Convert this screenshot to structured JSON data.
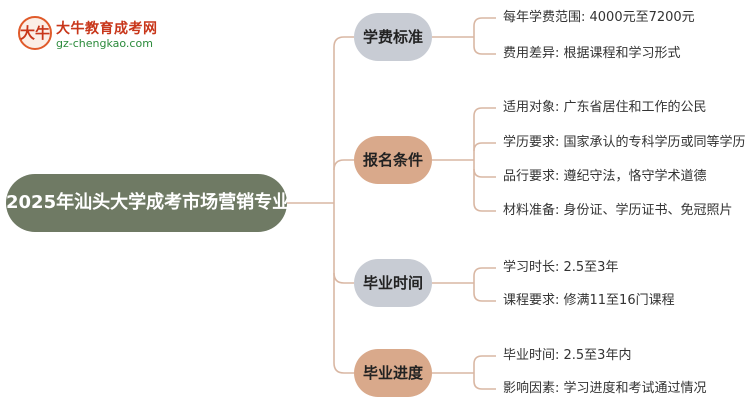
{
  "logo": {
    "mark": "大牛",
    "title": "大牛教育成考网",
    "url": "gz-chengkao.com"
  },
  "root": {
    "label": "2025年汕头大学成考市场营销专业"
  },
  "branches": [
    {
      "label": "学费标准",
      "color": "#c8ccd4",
      "leaves": [
        "每年学费范围: 4000元至7200元",
        "费用差异: 根据课程和学习形式"
      ]
    },
    {
      "label": "报名条件",
      "color": "#d9a98b",
      "leaves": [
        "适用对象: 广东省居住和工作的公民",
        "学历要求: 国家承认的专科学历或同等学历",
        "品行要求: 遵纪守法，恪守学术道德",
        "材料准备: 身份证、学历证书、免冠照片"
      ]
    },
    {
      "label": "毕业时间",
      "color": "#c8ccd4",
      "leaves": [
        "学习时长: 2.5至3年",
        "课程要求: 修满11至16门课程"
      ]
    },
    {
      "label": "毕业进度",
      "color": "#d9a98b",
      "leaves": [
        "毕业时间: 2.5至3年内",
        "影响因素: 学习进度和考试通过情况"
      ]
    }
  ],
  "colors": {
    "root": "#6f7a64",
    "connector": "#d9b7a3"
  }
}
